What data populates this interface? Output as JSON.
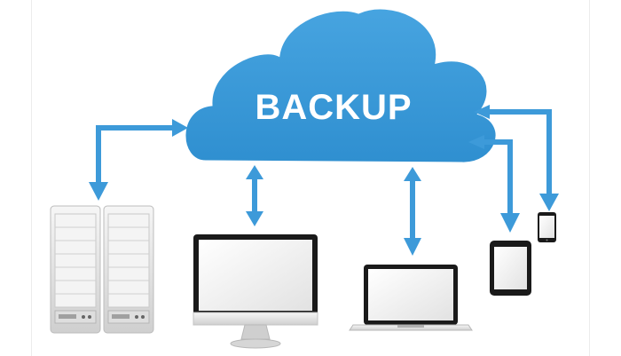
{
  "cloud": {
    "label": "BACKUP"
  },
  "colors": {
    "cloud": "#3a98d8",
    "cloud_edge": "#2c86c6",
    "arrow": "#3d9ad9",
    "device_frame": "#e6e6e6",
    "screen_black": "#1a1a1a",
    "screen_white": "#f3f3f3",
    "server_body": "#f0f0f0"
  },
  "devices": [
    {
      "id": "server-rack-1",
      "icon": "server-icon"
    },
    {
      "id": "server-rack-2",
      "icon": "server-icon"
    },
    {
      "id": "desktop-monitor",
      "icon": "monitor-icon"
    },
    {
      "id": "laptop",
      "icon": "laptop-icon"
    },
    {
      "id": "tablet",
      "icon": "tablet-icon"
    },
    {
      "id": "smartphone",
      "icon": "phone-icon"
    }
  ]
}
